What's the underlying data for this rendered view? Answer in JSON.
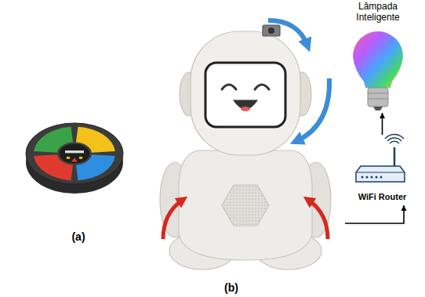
{
  "diagram": {
    "nodes": [
      {
        "text": [
          "(a)"
        ]
      },
      {
        "text": [
          "(b)"
        ]
      },
      {
        "text": [
          "Lâmpada Inteligente"
        ]
      },
      {
        "text": [
          "WiFi Router"
        ]
      }
    ],
    "edges": [
      {
        "from": 1,
        "to": 3,
        "arrow": "to"
      },
      {
        "from": 3,
        "to": 2,
        "arrow": "to"
      }
    ]
  }
}
